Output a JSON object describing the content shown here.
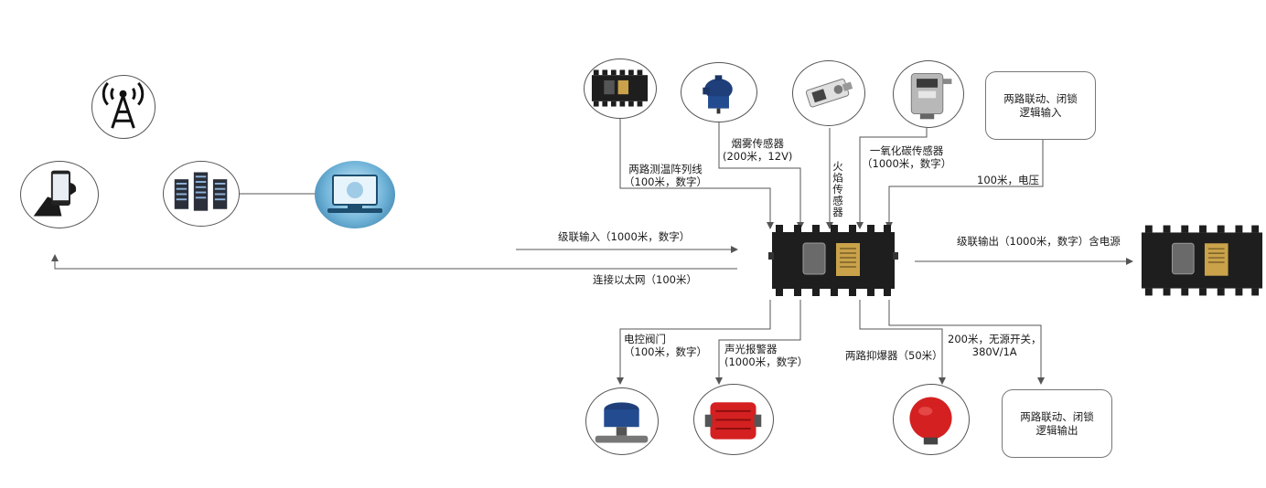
{
  "labels": {
    "two_way_temp": [
      "两路测温阵列线",
      "（100米，数字）"
    ],
    "smoke": [
      "烟雾传感器",
      "(200米，12V)"
    ],
    "flame": "火焰传感器",
    "co": [
      "一氧化碳传感器",
      "（1000米，数字）"
    ],
    "logic_in": "两路联动、闭锁\n逻辑输入",
    "voltage": "100米，电压",
    "cascade_in": "级联输入（1000米，数字）",
    "ethernet": "连接以太网（100米）",
    "cascade_out": "级联输出（1000米，数字）含电源",
    "valve": [
      "电控阀门",
      "（100米，数字）"
    ],
    "alarm": [
      "声光报警器",
      "(1000米，数字）"
    ],
    "suppressor": "两路抑爆器（50米）",
    "switch": [
      "200米，无源开关，",
      "380V/1A"
    ],
    "logic_out": "两路联动、闭锁\n逻辑输出"
  },
  "icons": {
    "tower": "signal-tower-icon",
    "phone": "smartphone-icon",
    "server": "server-rack-icon",
    "monitor": "computer-monitor-icon"
  },
  "colors": {
    "line": "#555555",
    "device_body": "#1e1e1e",
    "label_plate": "#c9a24a",
    "alarm_red": "#d42020"
  }
}
